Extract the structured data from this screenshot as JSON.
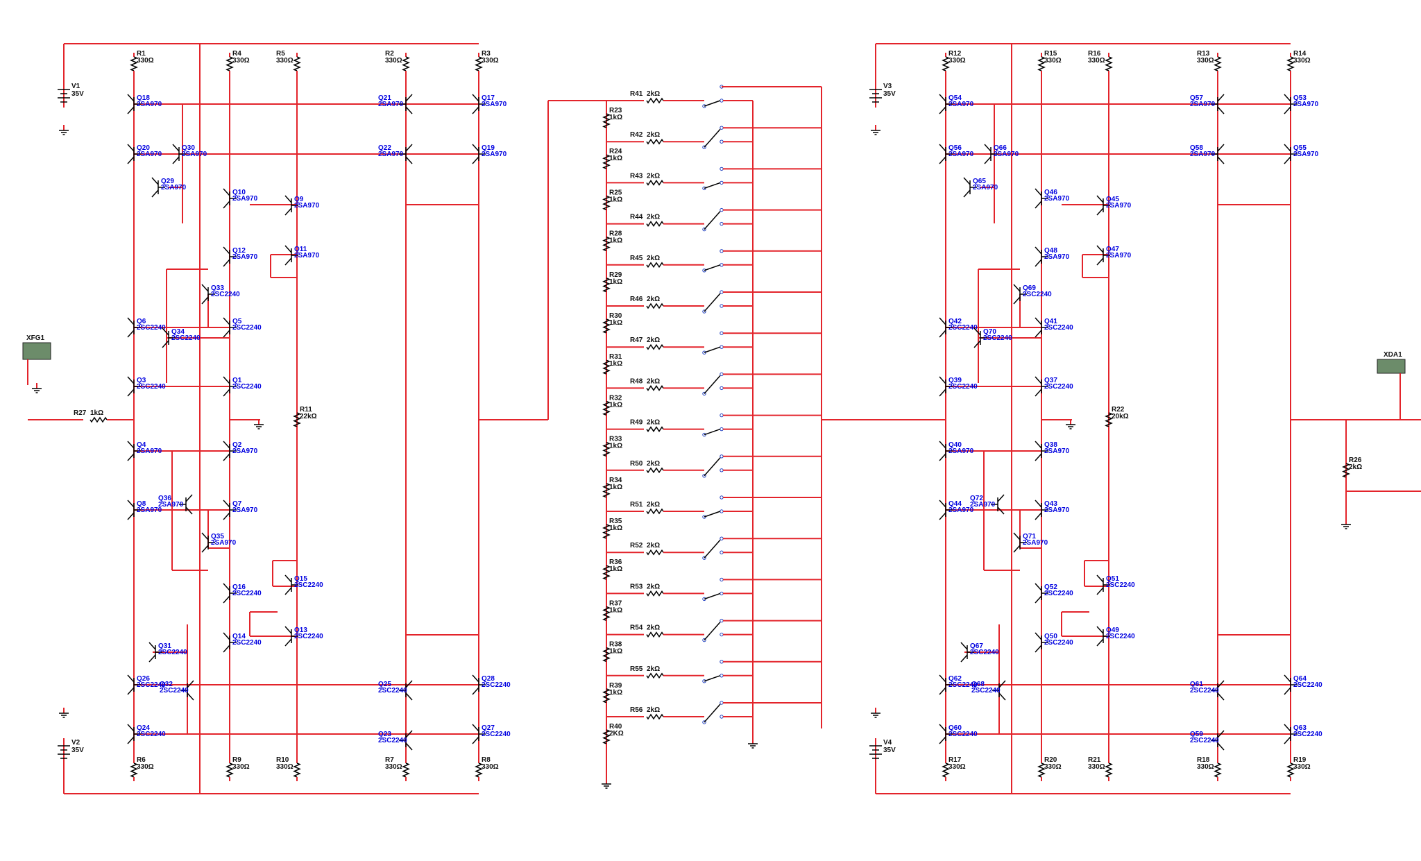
{
  "colors": {
    "wire": "#e3242b",
    "component": "#000000",
    "transistor_label": "#0000e0",
    "label": "#111111",
    "background": "#ffffff"
  },
  "sources": [
    {
      "ref": "V1",
      "value": "35V"
    },
    {
      "ref": "V2",
      "value": "35V"
    },
    {
      "ref": "V3",
      "value": "35V"
    },
    {
      "ref": "V4",
      "value": "35V"
    }
  ],
  "instruments": {
    "function_generator": "XFG1",
    "analyzer": "XDA1"
  },
  "left_amp": {
    "resistors_top": [
      {
        "ref": "R1",
        "value": "330Ω"
      },
      {
        "ref": "R4",
        "value": "330Ω"
      },
      {
        "ref": "R5",
        "value": "330Ω"
      },
      {
        "ref": "R2",
        "value": "330Ω"
      },
      {
        "ref": "R3",
        "value": "330Ω"
      }
    ],
    "resistors_bottom": [
      {
        "ref": "R6",
        "value": "330Ω"
      },
      {
        "ref": "R9",
        "value": "330Ω"
      },
      {
        "ref": "R10",
        "value": "330Ω"
      },
      {
        "ref": "R7",
        "value": "330Ω"
      },
      {
        "ref": "R8",
        "value": "330Ω"
      }
    ],
    "input_resistor": {
      "ref": "R27",
      "value": "1kΩ"
    },
    "feedback_resistor": {
      "ref": "R11",
      "value": "22kΩ"
    },
    "transistors": [
      {
        "ref": "Q18",
        "type": "2SA970"
      },
      {
        "ref": "Q20",
        "type": "2SA970"
      },
      {
        "ref": "Q30",
        "type": "2SA970"
      },
      {
        "ref": "Q29",
        "type": "2SA970"
      },
      {
        "ref": "Q10",
        "type": "2SA970"
      },
      {
        "ref": "Q9",
        "type": "2SA970"
      },
      {
        "ref": "Q12",
        "type": "2SA970"
      },
      {
        "ref": "Q11",
        "type": "2SA970"
      },
      {
        "ref": "Q21",
        "type": "2SA970"
      },
      {
        "ref": "Q17",
        "type": "2SA970"
      },
      {
        "ref": "Q22",
        "type": "2SA970"
      },
      {
        "ref": "Q19",
        "type": "2SA970"
      },
      {
        "ref": "Q33",
        "type": "2SC2240"
      },
      {
        "ref": "Q6",
        "type": "2SC2240"
      },
      {
        "ref": "Q34",
        "type": "2SC2240"
      },
      {
        "ref": "Q5",
        "type": "2SC2240"
      },
      {
        "ref": "Q3",
        "type": "2SC2240"
      },
      {
        "ref": "Q1",
        "type": "2SC2240"
      },
      {
        "ref": "Q4",
        "type": "2SA970"
      },
      {
        "ref": "Q2",
        "type": "2SA970"
      },
      {
        "ref": "Q8",
        "type": "2SA970"
      },
      {
        "ref": "Q36",
        "type": "2SA970"
      },
      {
        "ref": "Q7",
        "type": "2SA970"
      },
      {
        "ref": "Q35",
        "type": "2SA970"
      },
      {
        "ref": "Q16",
        "type": "2SC2240"
      },
      {
        "ref": "Q15",
        "type": "2SC2240"
      },
      {
        "ref": "Q14",
        "type": "2SC2240"
      },
      {
        "ref": "Q13",
        "type": "2SC2240"
      },
      {
        "ref": "Q31",
        "type": "2SC2240"
      },
      {
        "ref": "Q26",
        "type": "2SC2240"
      },
      {
        "ref": "Q32",
        "type": "2SC2240"
      },
      {
        "ref": "Q24",
        "type": "2SC2240"
      },
      {
        "ref": "Q25",
        "type": "2SC2240"
      },
      {
        "ref": "Q28",
        "type": "2SC2240"
      },
      {
        "ref": "Q23",
        "type": "2SC2240"
      },
      {
        "ref": "Q27",
        "type": "2SC2240"
      }
    ]
  },
  "right_amp": {
    "resistors_top": [
      {
        "ref": "R12",
        "value": "330Ω"
      },
      {
        "ref": "R15",
        "value": "330Ω"
      },
      {
        "ref": "R16",
        "value": "330Ω"
      },
      {
        "ref": "R13",
        "value": "330Ω"
      },
      {
        "ref": "R14",
        "value": "330Ω"
      }
    ],
    "resistors_bottom": [
      {
        "ref": "R17",
        "value": "330Ω"
      },
      {
        "ref": "R20",
        "value": "330Ω"
      },
      {
        "ref": "R21",
        "value": "330Ω"
      },
      {
        "ref": "R18",
        "value": "330Ω"
      },
      {
        "ref": "R19",
        "value": "330Ω"
      }
    ],
    "feedback_resistor": {
      "ref": "R22",
      "value": "20kΩ"
    },
    "load_resistor": {
      "ref": "R26",
      "value": "2kΩ"
    },
    "transistors": [
      {
        "ref": "Q54",
        "type": "2SA970"
      },
      {
        "ref": "Q56",
        "type": "2SA970"
      },
      {
        "ref": "Q66",
        "type": "2SA970"
      },
      {
        "ref": "Q65",
        "type": "2SA970"
      },
      {
        "ref": "Q46",
        "type": "2SA970"
      },
      {
        "ref": "Q45",
        "type": "2SA970"
      },
      {
        "ref": "Q48",
        "type": "2SA970"
      },
      {
        "ref": "Q47",
        "type": "2SA970"
      },
      {
        "ref": "Q57",
        "type": "2SA970"
      },
      {
        "ref": "Q53",
        "type": "2SA970"
      },
      {
        "ref": "Q58",
        "type": "2SA970"
      },
      {
        "ref": "Q55",
        "type": "2SA970"
      },
      {
        "ref": "Q69",
        "type": "2SC2240"
      },
      {
        "ref": "Q42",
        "type": "2SC2240"
      },
      {
        "ref": "Q70",
        "type": "2SC2240"
      },
      {
        "ref": "Q41",
        "type": "2SC2240"
      },
      {
        "ref": "Q39",
        "type": "2SC2240"
      },
      {
        "ref": "Q37",
        "type": "2SC2240"
      },
      {
        "ref": "Q40",
        "type": "2SA970"
      },
      {
        "ref": "Q38",
        "type": "2SA970"
      },
      {
        "ref": "Q44",
        "type": "2SA970"
      },
      {
        "ref": "Q72",
        "type": "2SA970"
      },
      {
        "ref": "Q43",
        "type": "2SA970"
      },
      {
        "ref": "Q71",
        "type": "2SA970"
      },
      {
        "ref": "Q52",
        "type": "2SC2240"
      },
      {
        "ref": "Q51",
        "type": "2SC2240"
      },
      {
        "ref": "Q50",
        "type": "2SC2240"
      },
      {
        "ref": "Q49",
        "type": "2SC2240"
      },
      {
        "ref": "Q67",
        "type": "2SC2240"
      },
      {
        "ref": "Q62",
        "type": "2SC2240"
      },
      {
        "ref": "Q68",
        "type": "2SC2240"
      },
      {
        "ref": "Q60",
        "type": "2SC2240"
      },
      {
        "ref": "Q61",
        "type": "2SC2240"
      },
      {
        "ref": "Q64",
        "type": "2SC2240"
      },
      {
        "ref": "Q59",
        "type": "2SC2240"
      },
      {
        "ref": "Q63",
        "type": "2SC2240"
      }
    ]
  },
  "attenuator": {
    "ladder": [
      {
        "ref": "R23",
        "value": "1kΩ"
      },
      {
        "ref": "R24",
        "value": "1kΩ"
      },
      {
        "ref": "R25",
        "value": "1kΩ"
      },
      {
        "ref": "R28",
        "value": "1kΩ"
      },
      {
        "ref": "R29",
        "value": "1kΩ"
      },
      {
        "ref": "R30",
        "value": "1kΩ"
      },
      {
        "ref": "R31",
        "value": "1kΩ"
      },
      {
        "ref": "R32",
        "value": "1kΩ"
      },
      {
        "ref": "R33",
        "value": "1kΩ"
      },
      {
        "ref": "R34",
        "value": "1kΩ"
      },
      {
        "ref": "R35",
        "value": "1kΩ"
      },
      {
        "ref": "R36",
        "value": "1kΩ"
      },
      {
        "ref": "R37",
        "value": "1kΩ"
      },
      {
        "ref": "R38",
        "value": "1kΩ"
      },
      {
        "ref": "R39",
        "value": "1kΩ"
      },
      {
        "ref": "R40",
        "value": "2KΩ"
      }
    ],
    "series": [
      {
        "ref": "R41",
        "value": "2kΩ"
      },
      {
        "ref": "R42",
        "value": "2kΩ"
      },
      {
        "ref": "R43",
        "value": "2kΩ"
      },
      {
        "ref": "R44",
        "value": "2kΩ"
      },
      {
        "ref": "R45",
        "value": "2kΩ"
      },
      {
        "ref": "R46",
        "value": "2kΩ"
      },
      {
        "ref": "R47",
        "value": "2kΩ"
      },
      {
        "ref": "R48",
        "value": "2kΩ"
      },
      {
        "ref": "R49",
        "value": "2kΩ"
      },
      {
        "ref": "R50",
        "value": "2kΩ"
      },
      {
        "ref": "R51",
        "value": "2kΩ"
      },
      {
        "ref": "R52",
        "value": "2kΩ"
      },
      {
        "ref": "R53",
        "value": "2kΩ"
      },
      {
        "ref": "R54",
        "value": "2kΩ"
      },
      {
        "ref": "R55",
        "value": "2kΩ"
      },
      {
        "ref": "R56",
        "value": "2kΩ"
      }
    ]
  }
}
